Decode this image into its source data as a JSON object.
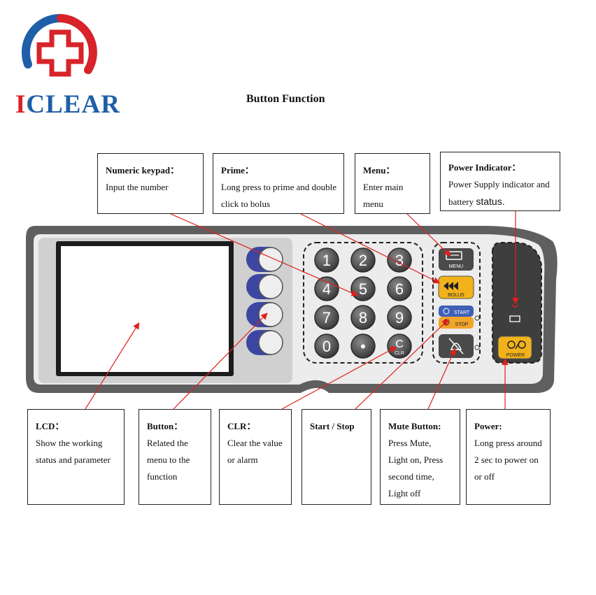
{
  "brand": {
    "logo_letters": [
      "I",
      "CLEAR"
    ]
  },
  "page_title": "Button Function",
  "callouts": {
    "numeric_keypad": {
      "heading": "Numeric keypad：",
      "text": "Input the number"
    },
    "prime": {
      "heading": "Prime：",
      "text": "Long press to prime and double click to bolus"
    },
    "menu": {
      "heading": "Menu：",
      "text": "Enter main menu"
    },
    "power_indicator": {
      "heading": "Power Indicator：",
      "text": "Power Supply indicator and battery",
      "text_emph": "status."
    },
    "lcd": {
      "heading": "LCD：",
      "text": "Show the working status and parameter"
    },
    "button": {
      "heading": "Button：",
      "text": "Related the menu to the function"
    },
    "clr": {
      "heading": "CLR：",
      "text": "Clear the value or alarm"
    },
    "start_stop": {
      "heading": "Start / Stop",
      "text": ""
    },
    "mute": {
      "heading": "Mute Button:",
      "text": "Press Mute, Light on, Press second time, Light off"
    },
    "power": {
      "heading": "Power:",
      "text": "Long press around 2 sec to power on or off"
    }
  },
  "device": {
    "keypad": [
      "1",
      "2",
      "3",
      "4",
      "5",
      "6",
      "7",
      "8",
      "9",
      "0",
      "•",
      "C"
    ],
    "clr_sub_label": "CLR",
    "menu_key_label": "MENU",
    "bolus_key_label": "BOLUS",
    "start_label": "START",
    "stop_label": "STOP",
    "power_key_label": "POWER"
  },
  "colors": {
    "logo_red": "#d8232a",
    "logo_blue": "#1f5ea8",
    "arrow_red": "#e0201c",
    "bolus_yellow": "#f2b21a",
    "start_blue": "#3f5fb8",
    "stop_orange": "#f1a52a",
    "side_button_blue": "#3d46a0"
  }
}
